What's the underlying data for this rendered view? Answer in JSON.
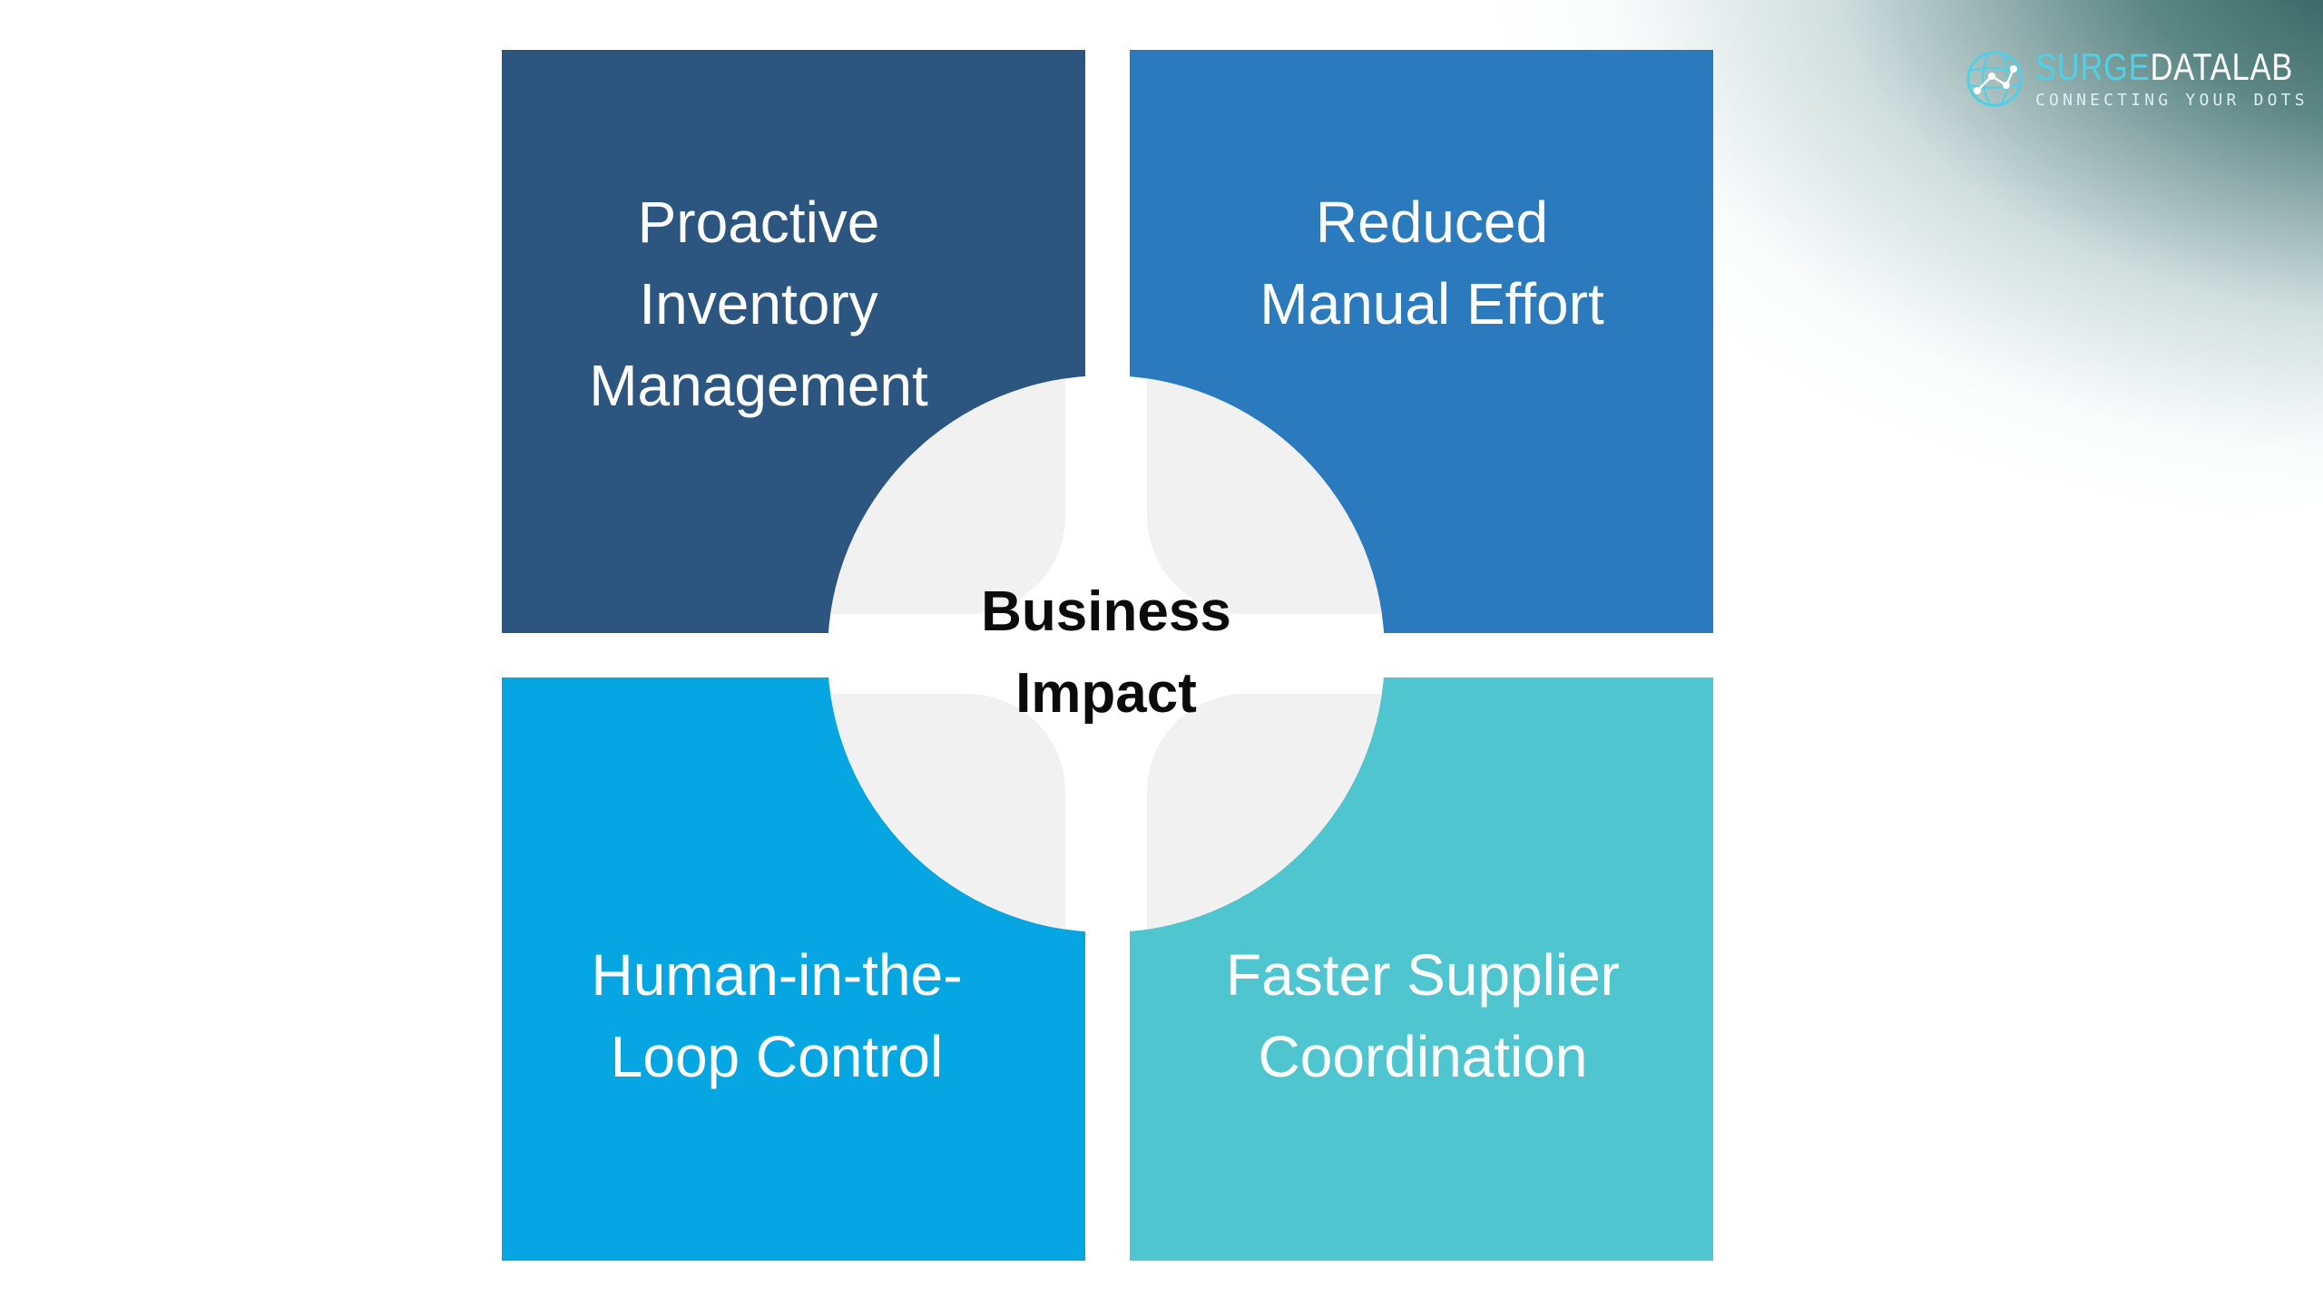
{
  "diagram": {
    "center_title": "Business\nImpact",
    "quadrants": [
      {
        "position": "top-left",
        "label": "Proactive\nInventory\nManagement",
        "color": "#2c5680"
      },
      {
        "position": "top-right",
        "label": "Reduced\nManual Effort",
        "color": "#2b7abe"
      },
      {
        "position": "bottom-left",
        "label": "Human-in-the-\nLoop Control",
        "color": "#06a6e2"
      },
      {
        "position": "bottom-right",
        "label": "Faster Supplier\nCoordination",
        "color": "#4fc5d0"
      }
    ],
    "hub_color": "#f1f1f2"
  },
  "brand": {
    "name_part1": "SURGE",
    "name_part2": "DATALAB",
    "tagline": "CONNECTING YOUR DOTS",
    "accent_color": "#4fd0e6"
  }
}
